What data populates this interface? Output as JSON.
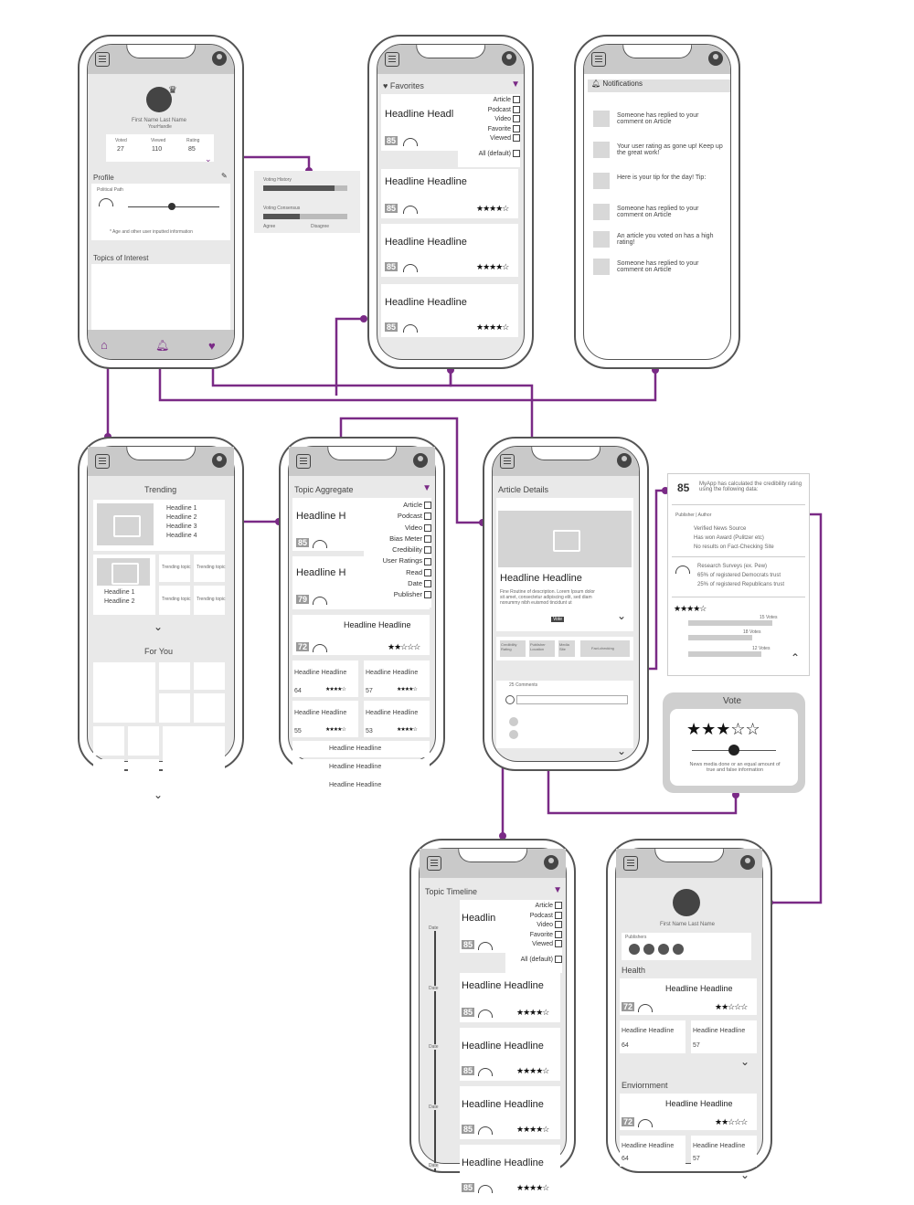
{
  "colors": {
    "accent": "#7a2a86",
    "panel": "#e9e9e9",
    "topbar": "#c9c9c9"
  },
  "profile": {
    "name": "First Name Last Name",
    "handle": "YourHandle",
    "stats": [
      {
        "label": "Voted",
        "value": "27"
      },
      {
        "label": "Viewed",
        "value": "110"
      },
      {
        "label": "Rating",
        "value": "85"
      }
    ],
    "profile_label": "Profile",
    "political_path": "Political Path",
    "note": "* Age and other user inputted information",
    "topics": "Topics of Interest"
  },
  "voting_popup": {
    "history": "Voting History",
    "consensus": "Voting Consensus",
    "agree": "Agree",
    "disagree": "Disagree"
  },
  "favorites": {
    "title": "Favorites",
    "filters": [
      "Article",
      "Podcast",
      "Video",
      "Favorite",
      "Viewed"
    ],
    "all": "All (default)",
    "items": [
      {
        "headline": "Headline Headl",
        "score": "85"
      },
      {
        "headline": "Headline Headline",
        "score": "85"
      },
      {
        "headline": "Headline Headline",
        "score": "85"
      },
      {
        "headline": "Headline Headline",
        "score": "85"
      }
    ]
  },
  "notifications": {
    "title": "Notifications",
    "items": [
      "Someone has replied to your comment on Article",
      "Your user rating as gone up! Keep up the great work!",
      "Here is your tip for the day! Tip:",
      "Someone has replied to your comment on Article",
      "An article you voted on has a high rating!",
      "Someone has replied to your comment on Article"
    ]
  },
  "trending": {
    "title": "Trending",
    "headlines": [
      "Headline 1",
      "Headline 2",
      "Headline 3",
      "Headline 4"
    ],
    "small_headlines": [
      "Headline 1",
      "Headline 2"
    ],
    "topic": "Trending topic",
    "for_you": "For You"
  },
  "aggregate": {
    "title": "Topic Aggregate",
    "filters": [
      "Article",
      "Podcast",
      "Video",
      "Bias Meter",
      "Credibility",
      "User Ratings",
      "Read",
      "Date",
      "Publisher"
    ],
    "items": [
      {
        "headline": "Headline H",
        "score": "85"
      },
      {
        "headline": "Headline H",
        "score": "79"
      },
      {
        "headline": "Headline Headline",
        "score": "72"
      }
    ],
    "grid": [
      {
        "h": "Headline Headline",
        "s": "64"
      },
      {
        "h": "Headline Headline",
        "s": "57"
      },
      {
        "h": "Headline Headline",
        "s": "55"
      },
      {
        "h": "Headline Headline",
        "s": "53"
      }
    ],
    "list": [
      "Headline Headline",
      "Headline Headline",
      "Headline Headline"
    ]
  },
  "article": {
    "title": "Article Details",
    "headline": "Headline Headline",
    "desc": "Fine Routine of description. Lorem Ipsum dolor sit amet, consectetur adipiscing elit, sed diam nonummy nibh euismod tincidunt ut",
    "vote": "Vote",
    "comments": "25 Comments",
    "tabs": [
      "Credibility Rating",
      "Publisher Location",
      "Media Site",
      "Fact-checking"
    ]
  },
  "credibility": {
    "score": "85",
    "text": "MyApp has calculated the credibility rating using the following data:",
    "tab": "Publisher | Author",
    "lines": [
      "Verified News Source",
      "Has won Award (Pulitzer etc)",
      "No results on Fact-Checking Site"
    ],
    "research": "Research Surveys (ex. Pew)",
    "r1": "65% of registered Democrats trust",
    "r2": "25% of registered Republicans trust",
    "votes1": "15 Votes",
    "votes2": "18 Votes",
    "votes3": "12 Votes"
  },
  "vote": {
    "title": "Vote",
    "text": "News media done or an equal amount of true and false information"
  },
  "timeline": {
    "title": "Topic Timeline",
    "date": "Date",
    "filters": [
      "Article",
      "Podcast",
      "Video",
      "Favorite",
      "Viewed"
    ],
    "all": "All (default)",
    "items": [
      {
        "headline": "Headlin",
        "score": "85"
      },
      {
        "headline": "Headline Headline",
        "score": "85"
      },
      {
        "headline": "Headline Headline",
        "score": "85"
      },
      {
        "headline": "Headline Headline",
        "score": "85"
      },
      {
        "headline": "Headline Headline",
        "score": "85"
      }
    ]
  },
  "author": {
    "name": "First Name Last Name",
    "publishers": "Publishers",
    "health": "Health",
    "environment": "Enviornment",
    "items": [
      {
        "headline": "Headline Headline",
        "score": "72"
      },
      {
        "headline": "Headline Headline",
        "score": "72"
      }
    ],
    "grid": [
      {
        "h": "Headline Headline",
        "s": "64"
      },
      {
        "h": "Headline Headline",
        "s": "57"
      }
    ]
  }
}
